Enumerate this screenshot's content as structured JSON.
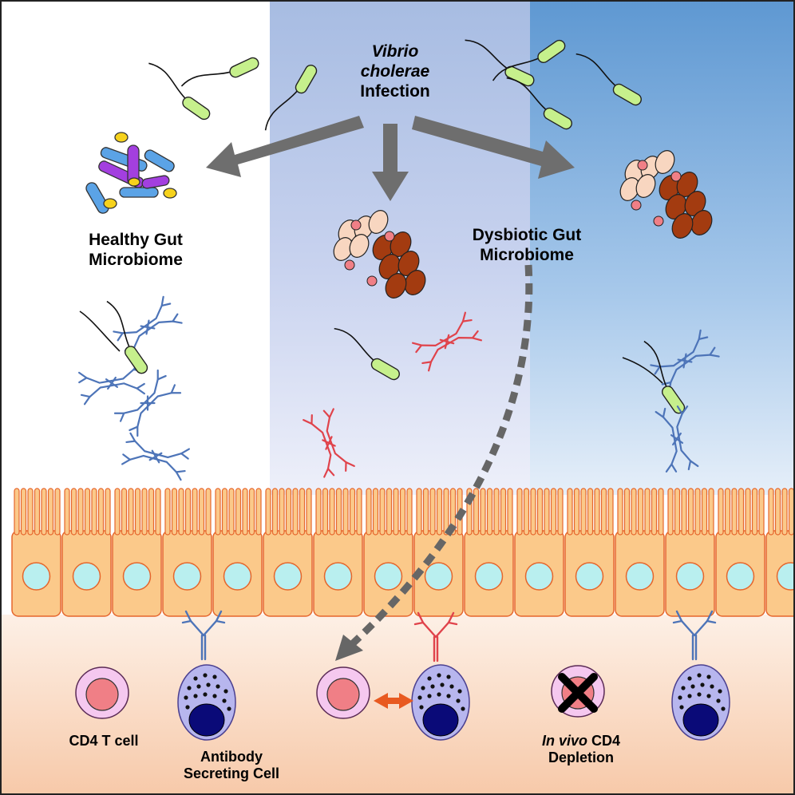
{
  "infection": {
    "line1": "Vibrio",
    "line2": "cholerae",
    "line3": "Infection"
  },
  "healthy": {
    "line1": "Healthy Gut",
    "line2": "Microbiome"
  },
  "dysbiotic": {
    "line1": "Dysbiotic Gut",
    "line2": "Microbiome"
  },
  "cd4_label": "CD4 T cell",
  "asc": {
    "line1": "Antibody",
    "line2": "Secreting Cell"
  },
  "depletion": {
    "italic": "In vivo",
    "rest": " CD4",
    "line2": "Depletion"
  },
  "colors": {
    "vibrio": "#c6f08c",
    "antibody_blue": "#4d74b8",
    "antibody_red": "#e0434b",
    "epithelium": "#fbc98a",
    "epithelium_edge": "#e6662c",
    "nucleus": "#b9efef",
    "tcell_outer": "#f5c8ef",
    "tcell_inner": "#f07f86",
    "asc_body": "#b7b6ee",
    "asc_nucleus": "#0a0a78",
    "dysbiotic_dark": "#a33b10",
    "dysbiotic_light": "#f8d6c0",
    "arrow_gray": "#6e6e6e",
    "arrow_orange": "#e85a20"
  }
}
